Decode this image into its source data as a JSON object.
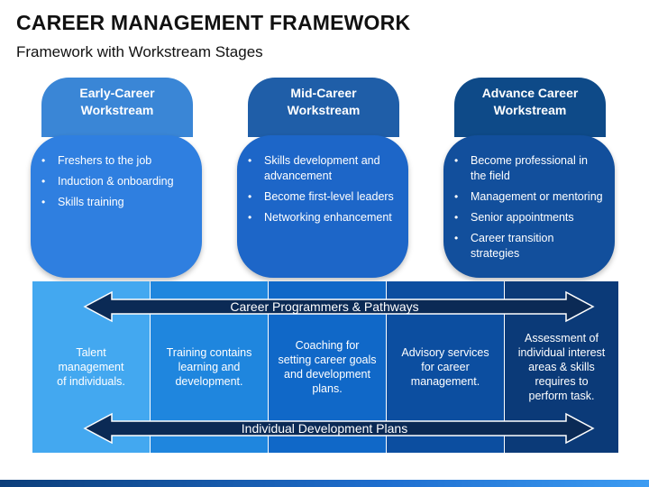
{
  "header": {
    "title": "CAREER MANAGEMENT FRAMEWORK",
    "subtitle": "Framework with Workstream Stages"
  },
  "stages": [
    {
      "title_line1": "Early-Career",
      "title_line2": "Workstream",
      "bullets": [
        "Freshers to the job",
        "Induction & onboarding",
        "Skills training"
      ]
    },
    {
      "title_line1": "Mid-Career",
      "title_line2": "Workstream",
      "bullets": [
        "Skills development and advancement",
        "Become first-level leaders",
        "Networking enhancement"
      ]
    },
    {
      "title_line1": "Advance Career",
      "title_line2": "Workstream",
      "bullets": [
        "Become professional in the field",
        "Management or mentoring",
        "Senior appointments",
        "Career transition strategies"
      ]
    }
  ],
  "bullet_glyph": "•",
  "arrows": {
    "top_label": "Career Programmers & Pathways",
    "bottom_label": "Individual Development Plans"
  },
  "columns": [
    {
      "lines": [
        "Talent",
        "management",
        "of individuals."
      ]
    },
    {
      "lines": [
        "Training contains",
        "learning and",
        "development."
      ]
    },
    {
      "lines": [
        "Coaching for",
        "setting career goals",
        "and development",
        "plans."
      ]
    },
    {
      "lines": [
        "Advisory services",
        "for career",
        "management."
      ]
    },
    {
      "lines": [
        "Assessment of",
        "individual interest",
        "areas & skills",
        "requires to",
        "perform task."
      ]
    }
  ],
  "colors": {
    "arrow_fill": "#0b2a55",
    "arrow_stroke": "#ffffff"
  }
}
